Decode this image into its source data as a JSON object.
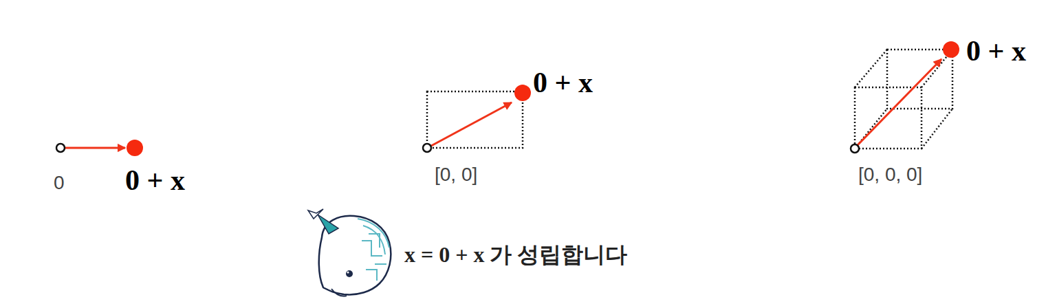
{
  "diagram": {
    "labels": [
      "0",
      "0 + x",
      "[0, 0]",
      "0 + x",
      "[0, 0, 0]",
      "0 + x",
      "x = 0 + x 가 성립합니다"
    ]
  }
}
